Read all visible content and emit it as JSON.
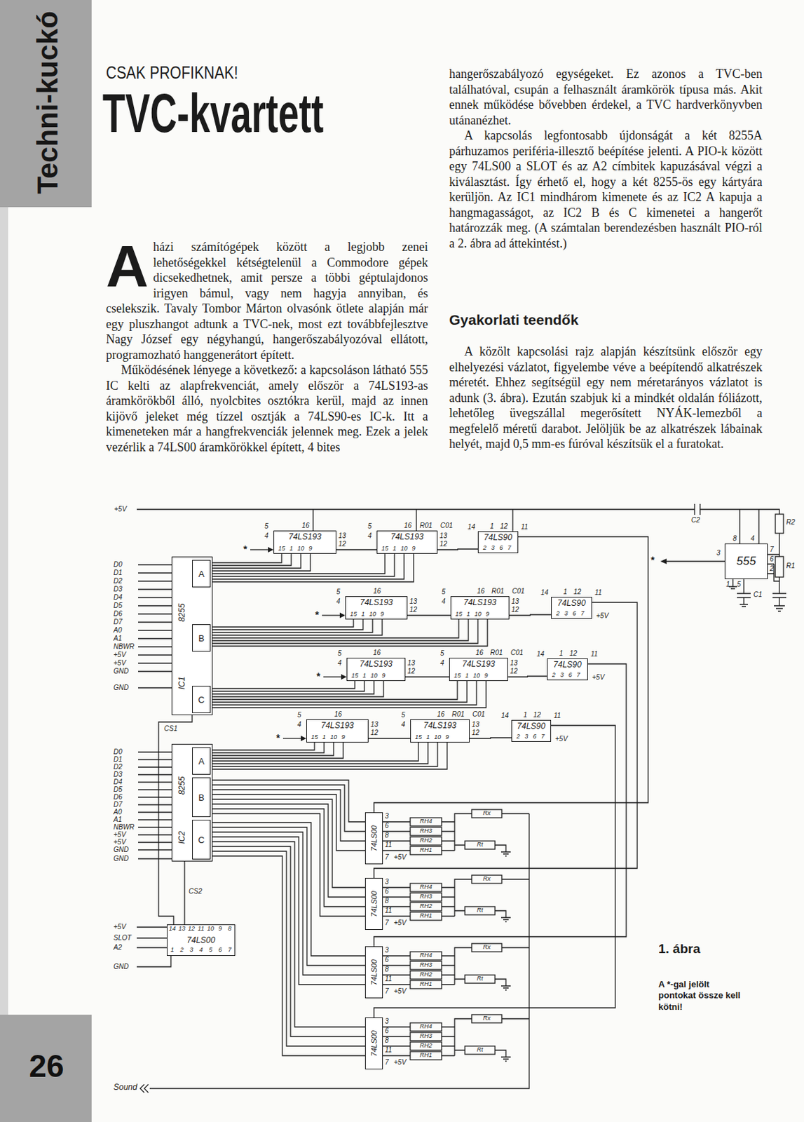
{
  "diagram": {
    "title": "TVC-kvartett",
    "caption": "1. ábra",
    "nodes": [
      {
        "text": [
          "74LS193"
        ]
      },
      {
        "text": [
          "74LS193"
        ]
      },
      {
        "text": [
          "74LS90"
        ]
      },
      {
        "text": [
          "555"
        ]
      },
      {
        "text": [
          "8255",
          "IC1"
        ]
      },
      {
        "text": [
          "A"
        ],
        "in": 4
      },
      {
        "text": [
          "B"
        ],
        "in": 4
      },
      {
        "text": [
          "C"
        ],
        "in": 4
      },
      {
        "text": [
          "74LS193"
        ]
      },
      {
        "text": [
          "74LS193"
        ]
      },
      {
        "text": [
          "74LS90"
        ]
      },
      {
        "text": [
          "74LS193"
        ]
      },
      {
        "text": [
          "74LS193"
        ]
      },
      {
        "text": [
          "74LS90"
        ]
      },
      {
        "text": [
          "74LS193"
        ]
      },
      {
        "text": [
          "74LS193"
        ]
      },
      {
        "text": [
          "74LS90"
        ]
      },
      {
        "text": [
          "8255",
          "IC2"
        ]
      },
      {
        "text": [
          "A"
        ],
        "in": 17
      },
      {
        "text": [
          "B"
        ],
        "in": 17
      },
      {
        "text": [
          "C"
        ],
        "in": 17
      },
      {
        "text": [
          "74LS00"
        ]
      },
      {
        "text": [
          "74LS00"
        ]
      },
      {
        "text": [
          "74LS00"
        ]
      },
      {
        "text": [
          "74LS00"
        ]
      },
      {
        "text": [
          "74LS00"
        ]
      }
    ],
    "edges": [
      {
        "from": 0,
        "to": 1,
        "arrow": "none"
      },
      {
        "from": 1,
        "to": 2,
        "arrow": "none"
      },
      {
        "from": 8,
        "to": 9,
        "arrow": "none"
      },
      {
        "from": 9,
        "to": 10,
        "arrow": "none"
      },
      {
        "from": 11,
        "to": 12,
        "arrow": "none"
      },
      {
        "from": 12,
        "to": 13,
        "arrow": "none"
      },
      {
        "from": 14,
        "to": 15,
        "arrow": "none"
      },
      {
        "from": 15,
        "to": 16,
        "arrow": "none"
      },
      {
        "from": 5,
        "to": 0,
        "arrow": "none"
      },
      {
        "from": 5,
        "to": 1,
        "arrow": "none"
      },
      {
        "from": 6,
        "to": 8,
        "arrow": "none"
      },
      {
        "from": 6,
        "to": 9,
        "arrow": "none"
      },
      {
        "from": 7,
        "to": 11,
        "arrow": "none"
      },
      {
        "from": 7,
        "to": 12,
        "arrow": "none"
      },
      {
        "from": 18,
        "to": 14,
        "arrow": "none"
      },
      {
        "from": 18,
        "to": 15,
        "arrow": "none"
      },
      {
        "from": 19,
        "to": 21,
        "arrow": "none"
      },
      {
        "from": 19,
        "to": 22,
        "arrow": "none"
      },
      {
        "from": 20,
        "to": 24,
        "arrow": "none"
      },
      {
        "from": 20,
        "to": 25,
        "arrow": "none"
      },
      {
        "from": 2,
        "to": 21,
        "arrow": "none"
      },
      {
        "from": 10,
        "to": 22,
        "arrow": "none"
      },
      {
        "from": 13,
        "to": 24,
        "arrow": "none"
      },
      {
        "from": 16,
        "to": 25,
        "arrow": "none"
      },
      {
        "from": 23,
        "to": 4,
        "arrow": "none"
      },
      {
        "from": 23,
        "to": 17,
        "arrow": "none"
      }
    ],
    "labels": [
      "Techni-kuckó",
      "CSAK PROFIKNAK!",
      "A házi számítógépek között a legjobb zenei lehetőségekkel kétségtelenül a Commodore gépek dicsekedhetnek, amit persze a többi géptulajdonos irigyen bámul, vagy nem hagyja annyiban, és cselekszik. Tavaly Tombor Márton olvasónk ötlete alapján már egy pluszhangot adtunk a TVC-nek, most ezt továbbfejlesztve Nagy József egy négyhangú, hangerőszabályozóval ellátott, programozható hanggenerátort épített.",
      "Működésének lényege a következő: a kapcsoláson látható 555 IC kelti az alapfrekvenciát, amely először a 74LS193-as áramkörökből álló, nyolcbites osztókra kerül, majd az innen kijövő jeleket még tízzel osztják a 74LS90-es IC-k. Itt a kimeneteken már a hangfrekvenciák jelennek meg. Ezek a jelek vezérlik a 74LS00 áramkörökkel épített, 4 bites",
      "hangerőszabályozó egységeket. Ez azonos a TVC-ben találhatóval, csupán a felhasznált áramkörök típusa más. Akit ennek működése bővebben érdekel, a TVC hardverkönyvben utánanézhet.",
      "A kapcsolás legfontosabb újdonságát a két 8255A párhuzamos periféria-illesztő beépítése jelenti. A PIO-k között egy 74LS00 a SLOT és az A2 címbitek kapuzásával végzi a kiválasztást. Így érhető el, hogy a két 8255-ös egy kártyára kerüljön. Az IC1 mindhárom kimenete és az IC2 A kapuja a hangmagasságot, az IC2 B és C kimenetei a hangerőt határozzák meg. (A számtalan berendezésben használt PIO-ról a 2. ábra ad áttekintést.)",
      "Gyakorlati teendők",
      "A közölt kapcsolási rajz alapján készítsünk először egy elhelyezési vázlatot, figyelembe véve a beépítendő alkatrészek méretét. Ehhez segítségül egy nem méretarányos vázlatot is adunk (3. ábra). Ezután szabjuk ki a mindkét oldalán fóliázott, lehetőleg üvegszállal megerősített NYÁK-lemezből a megfelelő méretű darabot. Jelöljük be az alkatrészek lábainak helyét, majd 0,5 mm-es fúróval készítsük el a furatokat.",
      "+5V",
      "+5V",
      "+5V",
      "+5V",
      "*",
      "*",
      "*",
      "*",
      "*",
      "D0",
      "D1",
      "D2",
      "D3",
      "D4",
      "D5",
      "D6",
      "D7",
      "A0",
      "A1",
      "NBWR",
      "+5V",
      "+5V",
      "GND",
      "GND",
      "CS1",
      "D0",
      "D1",
      "D2",
      "D3",
      "D4",
      "D5",
      "D6",
      "D7",
      "A0",
      "A1",
      "NBWR",
      "+5V",
      "+5V",
      "GND",
      "GND",
      "CS2",
      "+5V",
      "SLOT",
      "A2",
      "GND",
      "Sound",
      "A *-gal jelölt pontokat össze kell kötni!",
      "26",
      "C2",
      "R2",
      "R1",
      "C1",
      "5",
      "4",
      "16",
      "13",
      "12",
      "15",
      "1",
      "10",
      "9",
      "5",
      "4",
      "16",
      "13",
      "12",
      "15",
      "1",
      "10",
      "9",
      "R01",
      "C01",
      "14",
      "1",
      "12",
      "11",
      "2",
      "3",
      "6",
      "7",
      "8",
      "4",
      "7",
      "6",
      "2",
      "1",
      "5",
      "3",
      "5",
      "4",
      "16",
      "13",
      "12",
      "15",
      "1",
      "10",
      "9",
      "5",
      "4",
      "16",
      "13",
      "12",
      "15",
      "1",
      "10",
      "9",
      "R01",
      "C01",
      "14",
      "1",
      "12",
      "11",
      "2",
      "3",
      "6",
      "7",
      "5",
      "4",
      "16",
      "13",
      "12",
      "15",
      "1",
      "10",
      "9",
      "5",
      "4",
      "16",
      "13",
      "12",
      "15",
      "1",
      "10",
      "9",
      "R01",
      "C01",
      "14",
      "1",
      "12",
      "11",
      "2",
      "3",
      "6",
      "7",
      "5",
      "4",
      "16",
      "13",
      "12",
      "15",
      "1",
      "10",
      "9",
      "5",
      "4",
      "16",
      "13",
      "12",
      "15",
      "1",
      "10",
      "9",
      "R01",
      "C01",
      "14",
      "1",
      "12",
      "11",
      "2",
      "3",
      "6",
      "7",
      "3",
      "6",
      "8",
      "11",
      "7",
      "+5V",
      "RH4",
      "RH3",
      "RH2",
      "RH1",
      "Rx",
      "Rt",
      "3",
      "6",
      "8",
      "11",
      "7",
      "+5V",
      "RH4",
      "RH3",
      "RH2",
      "RH1",
      "Rx",
      "Rt",
      "14",
      "13",
      "12",
      "11",
      "10",
      "9",
      "8",
      "1",
      "2",
      "3",
      "4",
      "5",
      "6",
      "7",
      "3",
      "6",
      "8",
      "11",
      "7",
      "+5V",
      "RH4",
      "RH3",
      "RH2",
      "RH1",
      "Rx",
      "Rt",
      "3",
      "6",
      "8",
      "11",
      "7",
      "+5V",
      "RH4",
      "RH3",
      "RH2",
      "RH1",
      "Rx",
      "Rt"
    ]
  }
}
